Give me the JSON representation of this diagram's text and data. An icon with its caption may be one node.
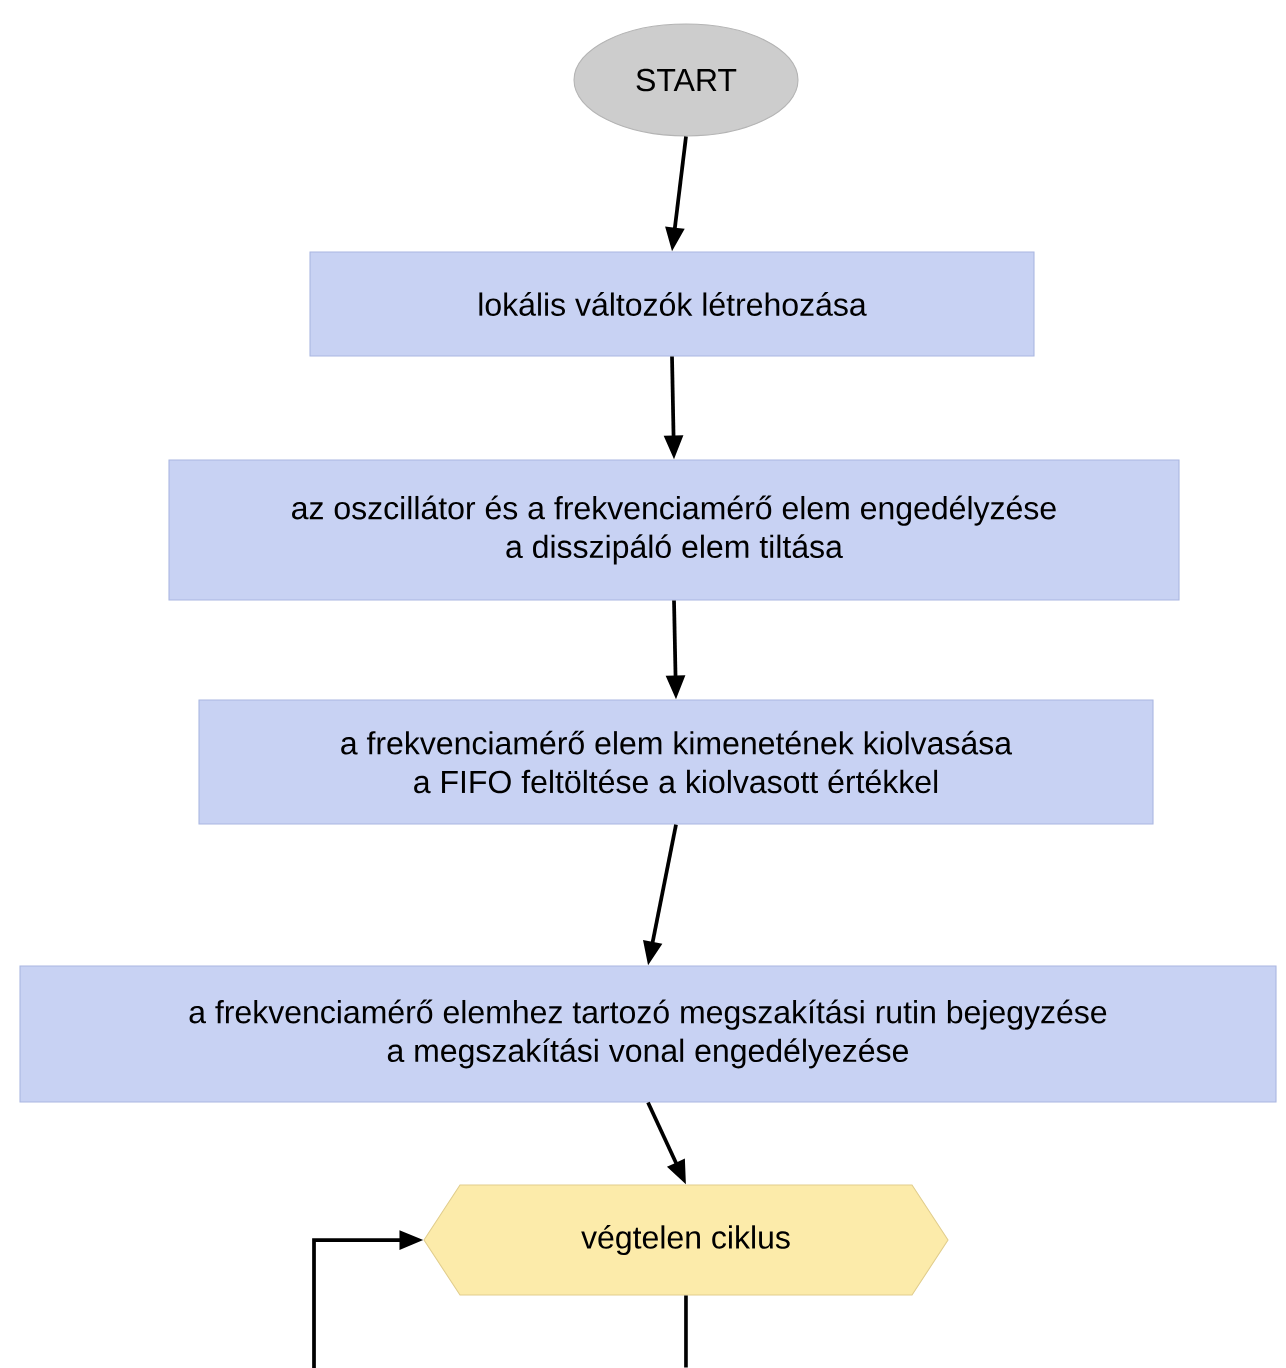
{
  "diagram": {
    "nodes": [
      {
        "text": [
          "START"
        ]
      },
      {
        "text": [
          "lokális változók létrehozása"
        ]
      },
      {
        "text": [
          "az oszcillátor és a frekvenciamérő elem engedélyzése",
          "a disszipáló elem tiltása"
        ]
      },
      {
        "text": [
          "a frekvenciamérő elem kimenetének kiolvasása",
          "a FIFO feltöltése a kiolvasott értékkel"
        ]
      },
      {
        "text": [
          "a frekvenciamérő elemhez tartozó megszakítási rutin bejegyzése",
          "a megszakítási vonal engedélyezése"
        ]
      },
      {
        "text": [
          "végtelen ciklus"
        ]
      }
    ],
    "edges": [
      {
        "from": 0,
        "to": 1,
        "arrow": "to"
      },
      {
        "from": 1,
        "to": 2,
        "arrow": "to"
      },
      {
        "from": 2,
        "to": 3,
        "arrow": "to"
      },
      {
        "from": 3,
        "to": 4,
        "arrow": "to"
      },
      {
        "from": 4,
        "to": 5,
        "arrow": "to"
      },
      {
        "from": 5,
        "to": null,
        "arrow": "none"
      },
      {
        "from": null,
        "to": 5,
        "arrow": "to"
      }
    ]
  }
}
